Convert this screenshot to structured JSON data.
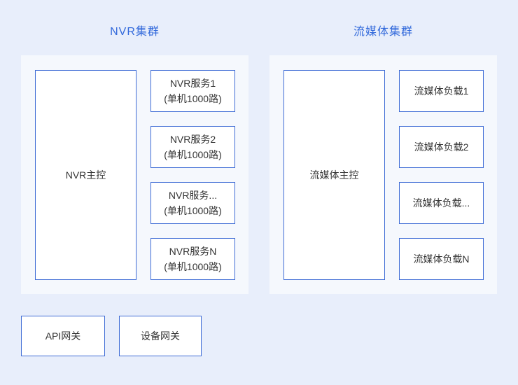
{
  "colors": {
    "page_bg": "#e8eefb",
    "panel_bg": "#f5f8fd",
    "box_bg": "#ffffff",
    "border_blue": "#3e6bd5",
    "title_blue": "#3269db",
    "text_dark": "#333333"
  },
  "clusters": [
    {
      "title": "NVR集群",
      "master": {
        "label": "NVR主控"
      },
      "nodes": [
        {
          "label": "NVR服务1\n(单机1000路)"
        },
        {
          "label": "NVR服务2\n(单机1000路)"
        },
        {
          "label": "NVR服务...\n(单机1000路)"
        },
        {
          "label": "NVR服务N\n(单机1000路)"
        }
      ]
    },
    {
      "title": "流媒体集群",
      "master": {
        "label": "流媒体主控"
      },
      "nodes": [
        {
          "label": "流媒体负载1"
        },
        {
          "label": "流媒体负载2"
        },
        {
          "label": "流媒体负载..."
        },
        {
          "label": "流媒体负载N"
        }
      ]
    }
  ],
  "gateways": [
    {
      "label": "API网关"
    },
    {
      "label": "设备网关"
    }
  ]
}
